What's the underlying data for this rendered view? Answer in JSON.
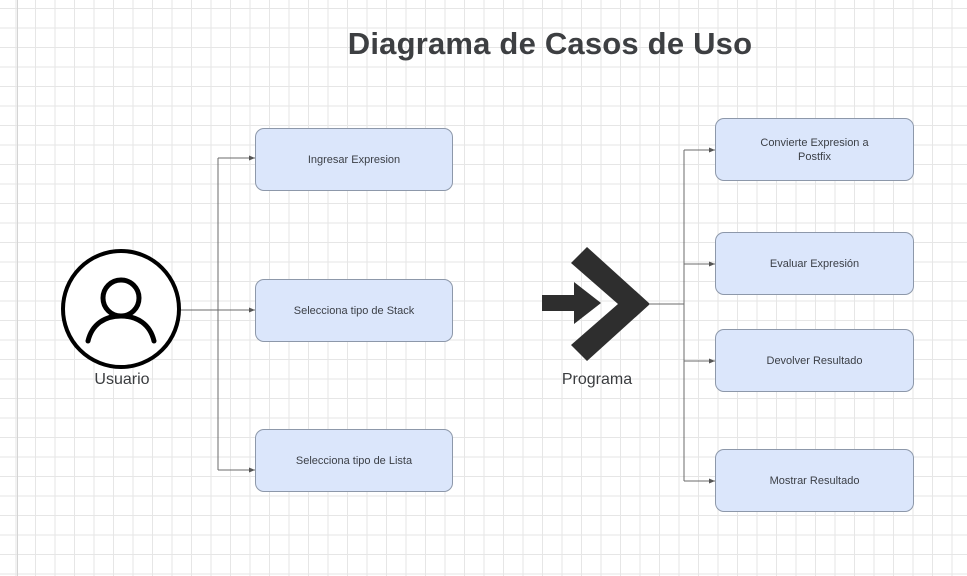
{
  "title": "Diagrama de Casos de Uso",
  "actors": {
    "user": {
      "label": "Usuario",
      "icon": "user-circle-icon"
    },
    "program": {
      "label": "Programa",
      "icon": "program-arrow-icon"
    }
  },
  "user_use_cases": [
    {
      "label": "Ingresar Expresion"
    },
    {
      "label": "Selecciona tipo de Stack"
    },
    {
      "label": "Selecciona tipo de Lista"
    }
  ],
  "program_use_cases": [
    {
      "label": "Convierte Expresion a Postfix"
    },
    {
      "label": "Evaluar Expresión"
    },
    {
      "label": "Devolver Resultado"
    },
    {
      "label": "Mostrar Resultado"
    }
  ],
  "colors": {
    "box_fill": "#dbe6fb",
    "box_border": "#8d98aa",
    "title": "#3d3f42",
    "connector": "#555555",
    "icon": "#2e2e2e"
  }
}
